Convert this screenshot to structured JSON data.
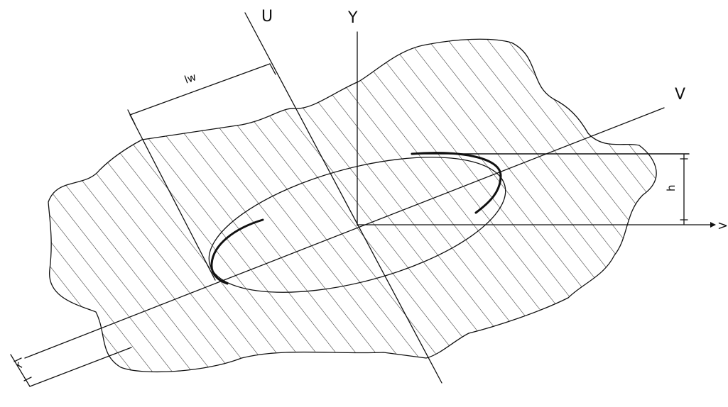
{
  "diagram": {
    "labels": {
      "u_axis": "U",
      "y_axis": "Y",
      "v_axis": "V",
      "x_axis": ">",
      "dim_top": "lw",
      "dim_right": "h",
      "dim_bottom": "r"
    },
    "colors": {
      "ink": "#111111",
      "background": "#ffffff",
      "hatch": "#333333"
    }
  }
}
